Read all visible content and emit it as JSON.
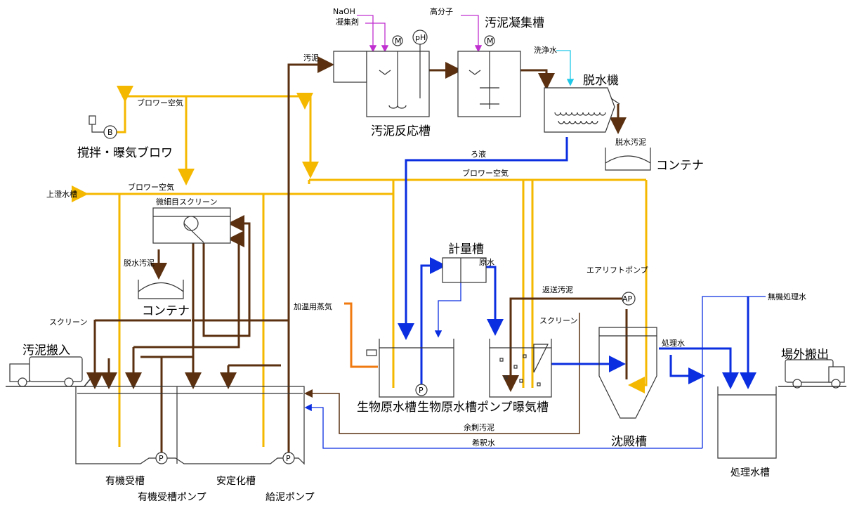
{
  "labels": {
    "sludge_reaction_tank": "汚泥反応槽",
    "sludge_coag_tank": "汚泥凝集槽",
    "dewatering_machine": "脱水機",
    "container_top": "コンテナ",
    "container_mid": "コンテナ",
    "dewatered_sludge_top": "脱水汚泥",
    "dewatered_sludge_mid": "脱水汚泥",
    "naoh": "NaOH",
    "coagulant": "凝集剤",
    "polymer": "高分子",
    "wash_water": "洗浄水",
    "sludge_in": "汚泥",
    "filtrate": "ろ液",
    "blower_air_1": "ブロワー空気",
    "blower_air_2": "ブロワー空気",
    "blower_air_3": "ブロワー空気",
    "blower": "撹拌・曝気ブロワ",
    "supernatant_tank": "上澄水槽",
    "fine_screen": "微細目スクリーン",
    "screen_left": "スクリーン",
    "screen_right": "スクリーン",
    "sludge_delivery_in": "汚泥搬入",
    "metering_tank": "計量槽",
    "raw_water": "原水",
    "heating_steam": "加温用蒸気",
    "airlift_pump": "エアリフトポンプ",
    "return_sludge": "返送汚泥",
    "treated_water": "処理水",
    "inorganic_treated_water": "無機処理水",
    "offsite_delivery": "場外搬出",
    "bio_raw_tank": "生物原水槽",
    "bio_raw_pump": "生物原水槽ポンプ",
    "aeration_tank": "曝気槽",
    "excess_sludge": "余剰汚泥",
    "dilution_water": "希釈水",
    "sedimentation_tank": "沈殿槽",
    "treated_water_tank": "処理水槽",
    "organic_receiving_tank": "有機受槽",
    "organic_receiving_pump": "有機受槽ポンプ",
    "stabilization_tank": "安定化槽",
    "sludge_feed_pump": "給泥ポンプ"
  },
  "symbols": {
    "motor": "M",
    "ph": "pH",
    "blower_mark": "B",
    "pump": "P",
    "airlift": "AP"
  },
  "colors": {
    "air": "#f5b800",
    "sludge": "#5a3010",
    "water": "#0a2ee0",
    "steam": "#f07a10",
    "chemical": "#c030d0",
    "wash_water": "#20c8e8"
  }
}
